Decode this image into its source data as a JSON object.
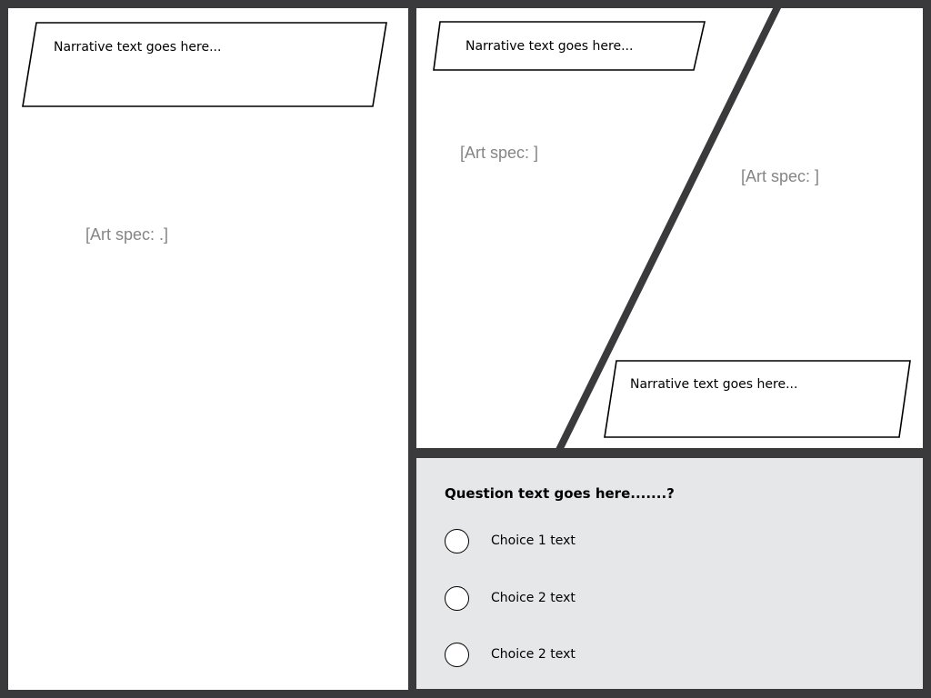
{
  "panels": {
    "left": {
      "caption": "Narrative text goes here...",
      "art_spec": "[Art spec: .]"
    },
    "top_right": {
      "caption_top": "Narrative text goes here...",
      "art_spec_left": "[Art spec: ]",
      "art_spec_right": "[Art spec: ]",
      "caption_bottom": "Narrative text goes here..."
    },
    "question": {
      "text": "Question text goes here.......?",
      "choices": [
        {
          "label": "Choice 1 text"
        },
        {
          "label": "Choice 2 text"
        },
        {
          "label": "Choice 2 text"
        }
      ]
    }
  },
  "colors": {
    "frame": "#3a3a3c",
    "panel": "#ffffff",
    "question_panel": "#e6e7e9",
    "art_spec_text": "#858585"
  }
}
